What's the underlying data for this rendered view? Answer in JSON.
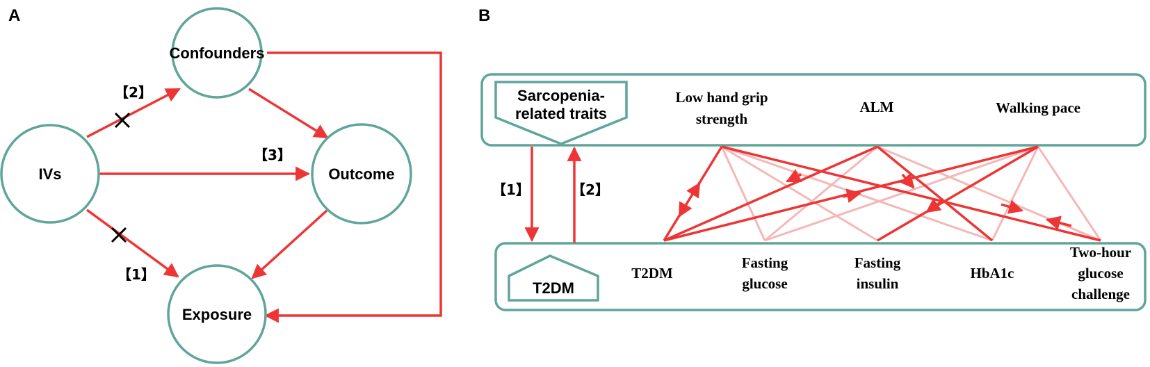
{
  "panel_a": {
    "label": "A",
    "nodes": {
      "confounders": "Confounders",
      "ivs": "IVs",
      "outcome": "Outcome",
      "exposure": "Exposure"
    },
    "markers": {
      "m1": "【1】",
      "m2": "【2】",
      "m3": "【3】"
    },
    "cross_symbol": "✕"
  },
  "panel_b": {
    "label": "B",
    "top_box_label_line1": "Sarcopenia-",
    "top_box_label_line2": "related traits",
    "top_traits": [
      {
        "lines": [
          "Low hand grip",
          "strength"
        ]
      },
      {
        "lines": [
          "ALM"
        ]
      },
      {
        "lines": [
          "Walking pace"
        ]
      }
    ],
    "bottom_box_label": "T2DM",
    "bottom_traits": [
      {
        "lines": [
          "T2DM"
        ]
      },
      {
        "lines": [
          "Fasting",
          "glucose"
        ]
      },
      {
        "lines": [
          "Fasting",
          "insulin"
        ]
      },
      {
        "lines": [
          "HbA1c"
        ]
      },
      {
        "lines": [
          "Two-hour",
          "glucose",
          "challenge"
        ]
      }
    ],
    "markers": {
      "m1": "【1】",
      "m2": "【2】"
    }
  },
  "colors": {
    "teal": "#5fa59a",
    "red": "#ee3535",
    "faint_red": "#f6b7b7"
  }
}
